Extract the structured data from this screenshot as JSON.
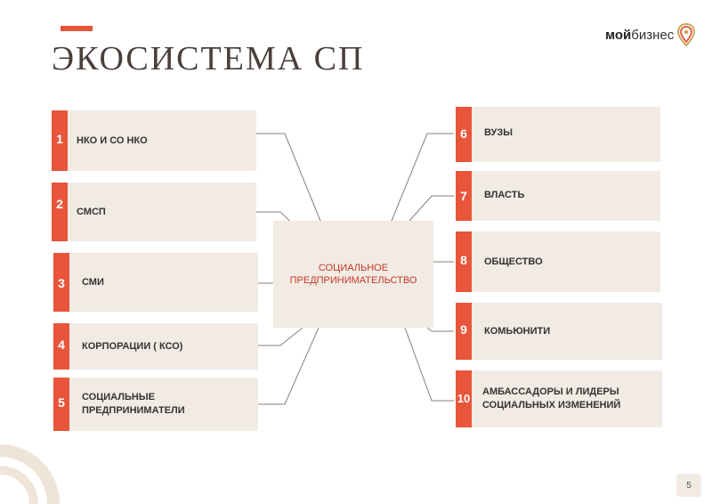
{
  "header": {
    "title": "ЭКОСИСТЕМА СП"
  },
  "logo": {
    "part_bold": "мой",
    "part_regular": "бизнес"
  },
  "center": {
    "label": "СОЦИАЛЬНОЕ ПРЕДПРИНИМАТЕЛЬСТВО"
  },
  "left_nodes": [
    {
      "number": "1",
      "label": "НКО И СО НКО"
    },
    {
      "number": "2",
      "label": "СМСП"
    },
    {
      "number": "3",
      "label": "СМИ"
    },
    {
      "number": "4",
      "label": "КОРПОРАЦИИ ( КСО)"
    },
    {
      "number": "5",
      "label": "СОЦИАЛЬНЫЕ ПРЕДПРИНИМАТЕЛИ"
    }
  ],
  "right_nodes": [
    {
      "number": "6",
      "label": "ВУЗЫ"
    },
    {
      "number": "7",
      "label": "ВЛАСТЬ"
    },
    {
      "number": "8",
      "label": "ОБЩЕСТВО"
    },
    {
      "number": "9",
      "label": "КОМЬЮНИТИ"
    },
    {
      "number": "10",
      "label": "АМБАССАДОРЫ И ЛИДЕРЫ СОЦИАЛЬНЫХ ИЗМЕНЕНИЙ"
    }
  ],
  "footer": {
    "page_number": "5"
  },
  "colors": {
    "accent": "#e8553a",
    "box": "#f1ebe4",
    "center_text": "#c73827",
    "connector": "#8a7f76"
  }
}
